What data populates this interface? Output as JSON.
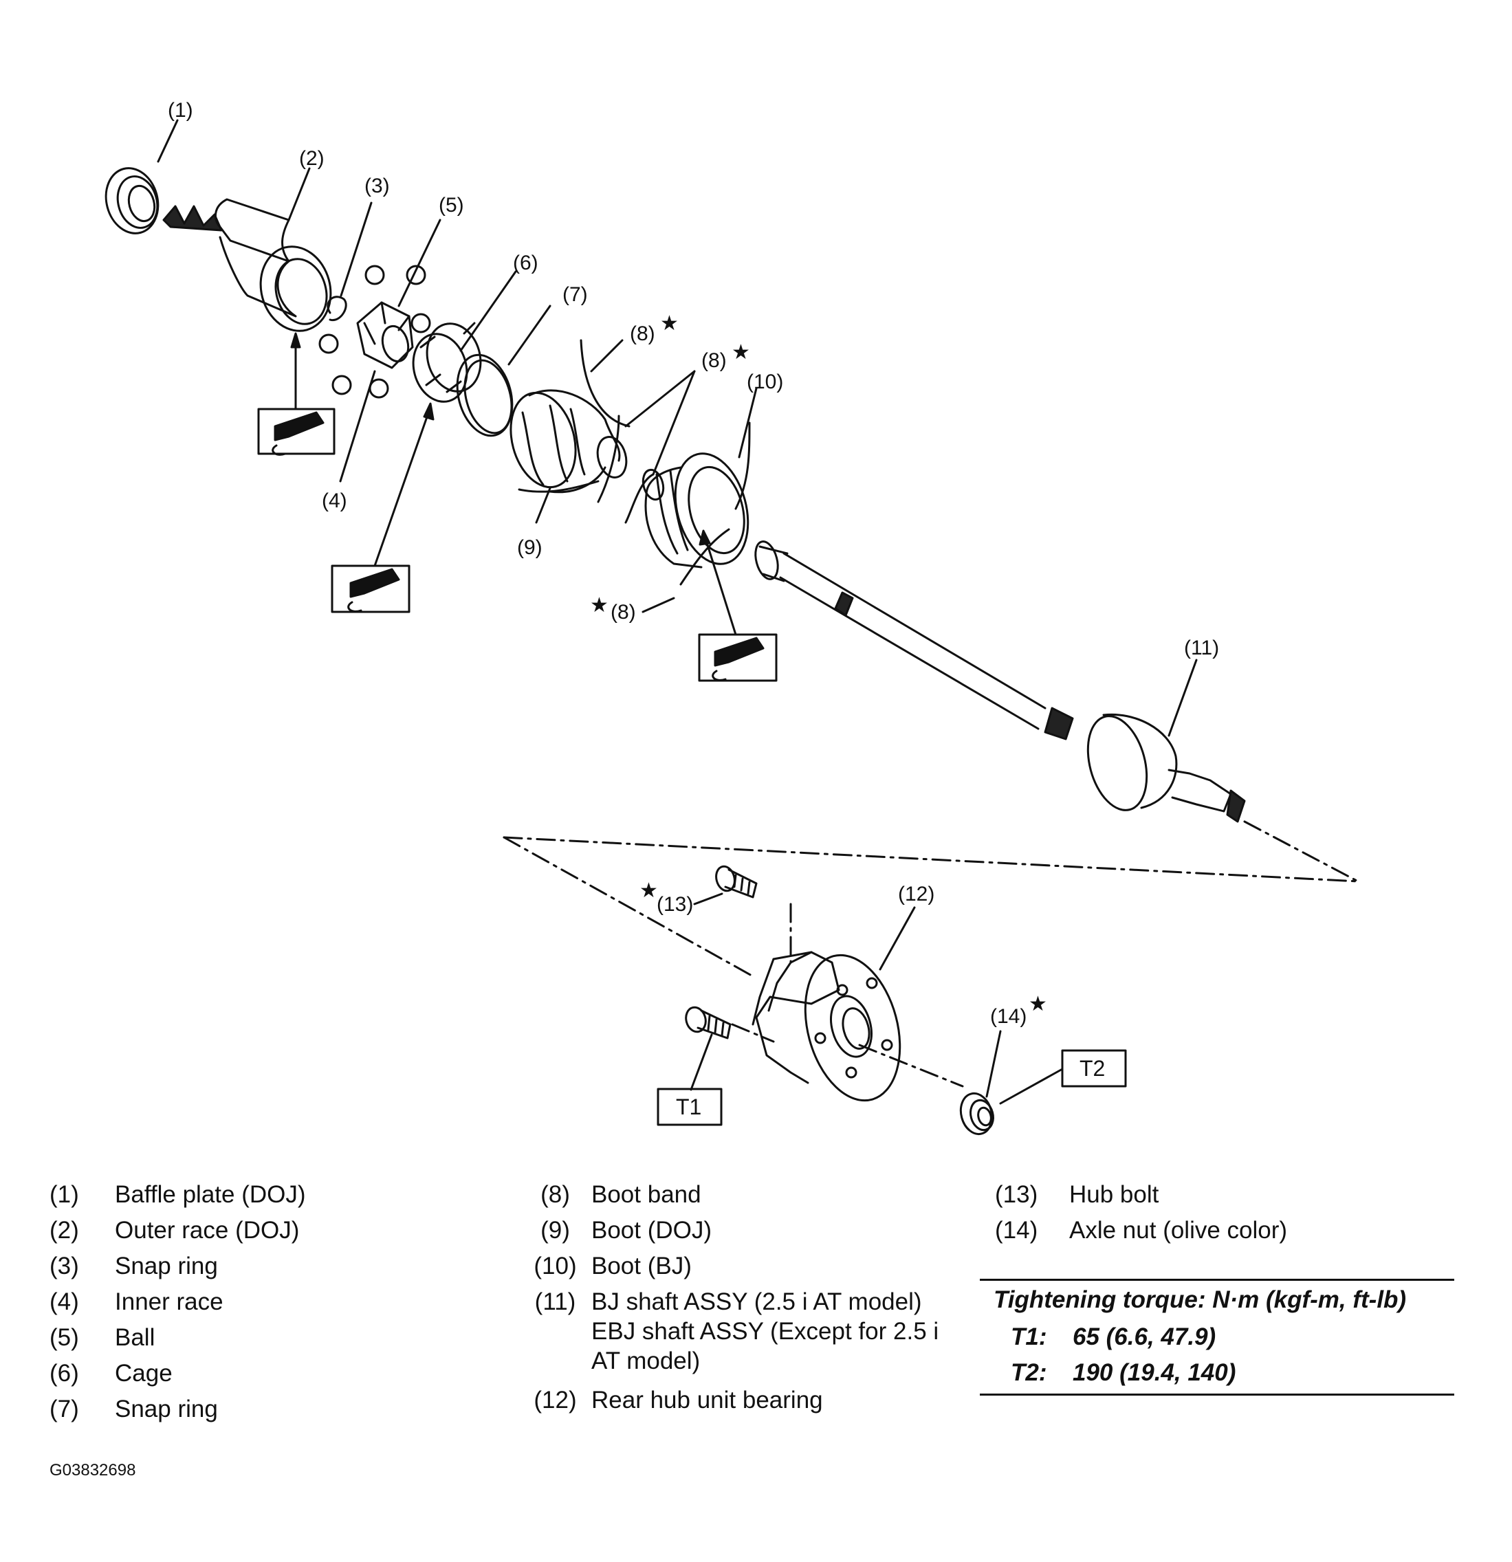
{
  "callouts": {
    "c1": "(1)",
    "c2": "(2)",
    "c3": "(3)",
    "c4": "(4)",
    "c5": "(5)",
    "c6": "(6)",
    "c7": "(7)",
    "c8a": "(8)",
    "c8b": "(8)",
    "c8c": "(8)",
    "c9": "(9)",
    "c10": "(10)",
    "c11": "(11)",
    "c12": "(12)",
    "c13": "(13)",
    "c14": "(14)",
    "star": "★"
  },
  "torque_boxes": {
    "t1": "T1",
    "t2": "T2"
  },
  "legend": {
    "col1": [
      {
        "num": "(1)",
        "text": "Baffle plate (DOJ)"
      },
      {
        "num": "(2)",
        "text": "Outer race (DOJ)"
      },
      {
        "num": "(3)",
        "text": "Snap ring"
      },
      {
        "num": "(4)",
        "text": "Inner race"
      },
      {
        "num": "(5)",
        "text": "Ball"
      },
      {
        "num": "(6)",
        "text": "Cage"
      },
      {
        "num": "(7)",
        "text": "Snap ring"
      }
    ],
    "col2": [
      {
        "num": "(8)",
        "text": "Boot band"
      },
      {
        "num": "(9)",
        "text": "Boot (DOJ)"
      },
      {
        "num": "(10)",
        "text": "Boot (BJ)"
      },
      {
        "num": "(11)",
        "text": "BJ shaft ASSY (2.5 i AT model)",
        "text2": "EBJ shaft ASSY (Except for 2.5 i",
        "text3": "AT model)"
      },
      {
        "num": "(12)",
        "text": "Rear hub unit bearing"
      }
    ],
    "col3": [
      {
        "num": "(13)",
        "text": "Hub bolt"
      },
      {
        "num": "(14)",
        "text": "Axle nut (olive color)"
      }
    ]
  },
  "torque_table": {
    "heading": "Tightening torque: N·m (kgf-m, ft-lb)",
    "rows": [
      {
        "key": "T1:",
        "value": "65 (6.6, 47.9)"
      },
      {
        "key": "T2:",
        "value": "190 (19.4, 140)"
      }
    ]
  },
  "figure_id": "G03832698"
}
